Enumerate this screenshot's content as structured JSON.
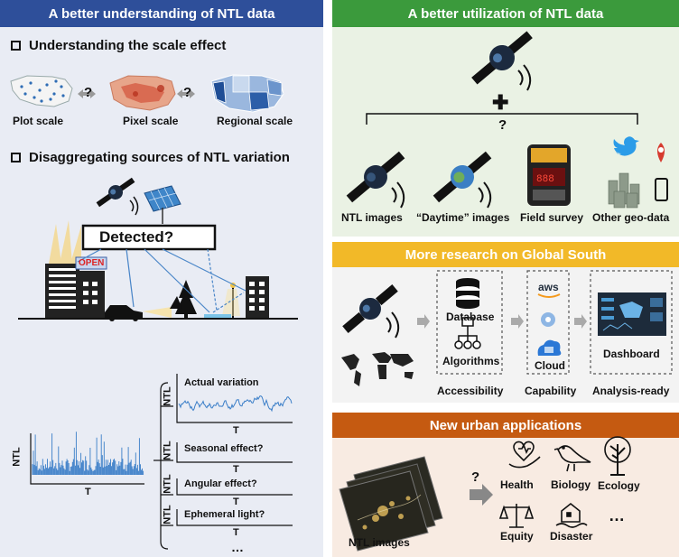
{
  "left": {
    "header": "A better understanding of NTL data",
    "scale_section": {
      "title": "Understanding the scale effect",
      "question_marks": [
        "?",
        "?"
      ],
      "labels": [
        "Plot scale",
        "Pixel scale",
        "Regional scale"
      ]
    },
    "variation_section": {
      "title": "Disaggregating sources of NTL variation",
      "detected_label": "Detected?",
      "open_sign": "OPEN"
    },
    "plots": {
      "main": {
        "ylabel": "NTL",
        "xlabel": "T"
      },
      "branches": [
        {
          "title": "Actual variation",
          "ylabel": "NTL",
          "xlabel": "T"
        },
        {
          "title": "Seasonal effect?",
          "ylabel": "NTL",
          "xlabel": "T"
        },
        {
          "title": "Angular effect?",
          "ylabel": "NTL",
          "xlabel": "T"
        },
        {
          "title": "Ephemeral light?",
          "ylabel": "NTL",
          "xlabel": "T"
        }
      ],
      "ellipsis": "…"
    }
  },
  "right": {
    "util": {
      "header": "A better utilization of NTL data",
      "plus": "✚",
      "question": "?",
      "items": [
        "NTL images",
        "“Daytime” images",
        "Field survey",
        "Other geo-data"
      ]
    },
    "south": {
      "header": "More research on Global South",
      "boxes": [
        {
          "items": [
            "Database",
            "Algorithms"
          ],
          "caption": "Accessibility"
        },
        {
          "items": [
            "aws",
            "Cloud"
          ],
          "caption": "Capability"
        },
        {
          "items": [
            "Dashboard"
          ],
          "caption": "Analysis-ready"
        }
      ]
    },
    "urban": {
      "header": "New urban applications",
      "question": "?",
      "image_label": "NTL images",
      "apps": [
        "Health",
        "Biology",
        "Ecology",
        "Equity",
        "Disaster"
      ],
      "ellipsis": "…"
    }
  },
  "colors": {
    "left_header": "#2e4f9a",
    "util_header": "#3b9a3c",
    "south_header": "#f2b928",
    "urban_header": "#c55a11",
    "left_bg": "#e9ecf4",
    "util_bg": "#eaf2e4",
    "south_bg": "#f3f3f3",
    "urban_bg": "#f8ebe2",
    "signal": "#3a7ec8"
  },
  "icons": [
    "satellite-icon",
    "solar-panel-icon",
    "building-icon",
    "car-icon",
    "tree-icon",
    "street-lamp-icon",
    "earth-icon",
    "phone-icon",
    "twitter-bird-icon",
    "location-pin-icon",
    "database-icon",
    "algorithm-tree-icon",
    "aws-logo-icon",
    "cloud-icon",
    "dashboard-icon",
    "heart-hand-icon",
    "bird-icon",
    "tree-icon",
    "scales-icon",
    "disaster-house-icon",
    "world-map-icon"
  ]
}
